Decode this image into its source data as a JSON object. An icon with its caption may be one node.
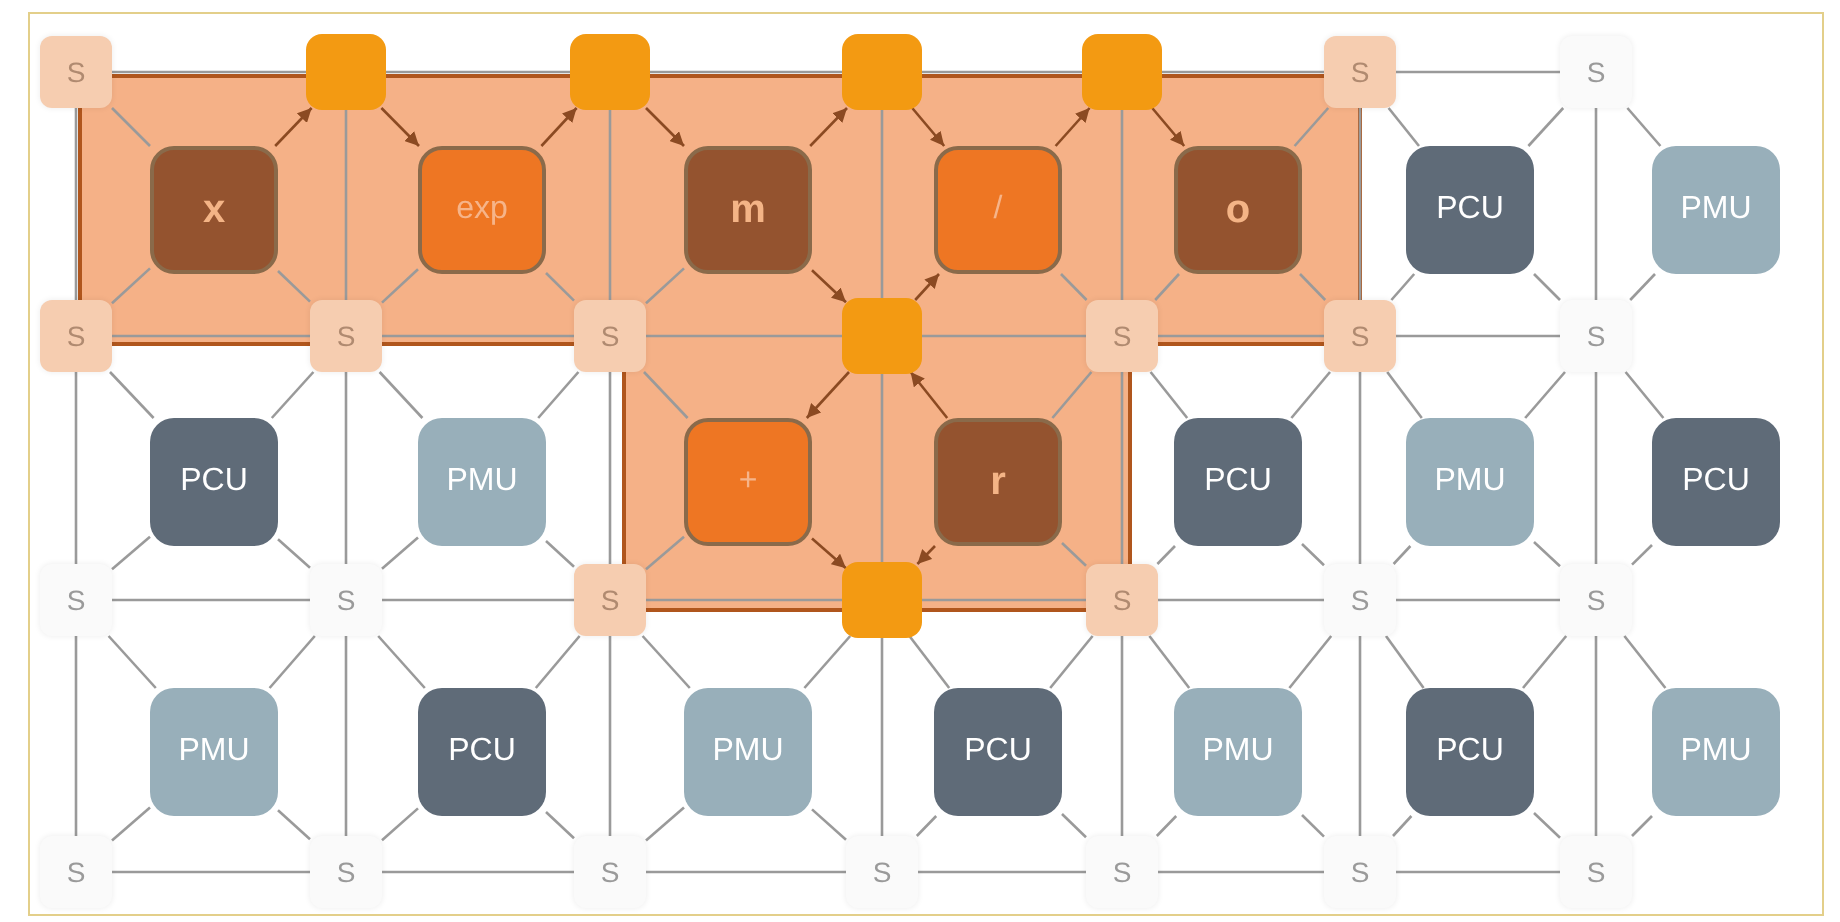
{
  "diagram": {
    "nodes": [
      {
        "text": [
          "S"
        ]
      },
      {
        "text": [],
        "shape": "box"
      },
      {
        "text": [],
        "shape": "box"
      },
      {
        "text": [],
        "shape": "box"
      },
      {
        "text": [],
        "shape": "box"
      },
      {
        "text": [
          "S"
        ]
      },
      {
        "text": [
          "S"
        ]
      },
      {
        "text": [
          "x"
        ]
      },
      {
        "text": [
          "exp"
        ]
      },
      {
        "text": [
          "m"
        ]
      },
      {
        "text": [
          "/"
        ]
      },
      {
        "text": [
          "o"
        ]
      },
      {
        "text": [
          "PCU"
        ]
      },
      {
        "text": [
          "PMU"
        ]
      },
      {
        "text": [
          "S"
        ]
      },
      {
        "text": [
          "S"
        ]
      },
      {
        "text": [
          "S"
        ]
      },
      {
        "text": [],
        "shape": "box"
      },
      {
        "text": [
          "S"
        ]
      },
      {
        "text": [
          "S"
        ]
      },
      {
        "text": [
          "S"
        ]
      },
      {
        "text": [
          "PCU"
        ]
      },
      {
        "text": [
          "PMU"
        ]
      },
      {
        "text": [
          "+"
        ]
      },
      {
        "text": [
          "r"
        ]
      },
      {
        "text": [
          "PCU"
        ]
      },
      {
        "text": [
          "PMU"
        ]
      },
      {
        "text": [
          "PCU"
        ]
      },
      {
        "text": [
          "S"
        ]
      },
      {
        "text": [
          "S"
        ]
      },
      {
        "text": [
          "S"
        ]
      },
      {
        "text": [],
        "shape": "box"
      },
      {
        "text": [
          "S"
        ]
      },
      {
        "text": [
          "S"
        ]
      },
      {
        "text": [
          "S"
        ]
      },
      {
        "text": [
          "PMU"
        ]
      },
      {
        "text": [
          "PCU"
        ]
      },
      {
        "text": [
          "PMU"
        ]
      },
      {
        "text": [
          "PCU"
        ]
      },
      {
        "text": [
          "PMU"
        ]
      },
      {
        "text": [
          "PCU"
        ]
      },
      {
        "text": [
          "PMU"
        ]
      },
      {
        "text": [
          "S"
        ]
      },
      {
        "text": [
          "S"
        ]
      },
      {
        "text": [
          "S"
        ]
      },
      {
        "text": [
          "S"
        ]
      },
      {
        "text": [
          "S"
        ]
      },
      {
        "text": [
          "S"
        ]
      },
      {
        "text": [
          "S"
        ]
      }
    ],
    "edges": [
      {
        "from": 0,
        "to": 1,
        "arrow": "none"
      },
      {
        "from": 1,
        "to": 2,
        "arrow": "none"
      },
      {
        "from": 2,
        "to": 3,
        "arrow": "none"
      },
      {
        "from": 3,
        "to": 4,
        "arrow": "none"
      },
      {
        "from": 4,
        "to": 5,
        "arrow": "none"
      },
      {
        "from": 5,
        "to": 6,
        "arrow": "none"
      },
      {
        "from": 14,
        "to": 15,
        "arrow": "none"
      },
      {
        "from": 15,
        "to": 16,
        "arrow": "none"
      },
      {
        "from": 16,
        "to": 17,
        "arrow": "none"
      },
      {
        "from": 17,
        "to": 18,
        "arrow": "none"
      },
      {
        "from": 18,
        "to": 19,
        "arrow": "none"
      },
      {
        "from": 19,
        "to": 20,
        "arrow": "none"
      },
      {
        "from": 28,
        "to": 29,
        "arrow": "none"
      },
      {
        "from": 29,
        "to": 30,
        "arrow": "none"
      },
      {
        "from": 30,
        "to": 31,
        "arrow": "none"
      },
      {
        "from": 31,
        "to": 32,
        "arrow": "none"
      },
      {
        "from": 32,
        "to": 33,
        "arrow": "none"
      },
      {
        "from": 33,
        "to": 34,
        "arrow": "none"
      },
      {
        "from": 42,
        "to": 43,
        "arrow": "none"
      },
      {
        "from": 43,
        "to": 44,
        "arrow": "none"
      },
      {
        "from": 44,
        "to": 45,
        "arrow": "none"
      },
      {
        "from": 45,
        "to": 46,
        "arrow": "none"
      },
      {
        "from": 46,
        "to": 47,
        "arrow": "none"
      },
      {
        "from": 47,
        "to": 48,
        "arrow": "none"
      },
      {
        "from": 0,
        "to": 14,
        "arrow": "none"
      },
      {
        "from": 14,
        "to": 28,
        "arrow": "none"
      },
      {
        "from": 28,
        "to": 42,
        "arrow": "none"
      },
      {
        "from": 1,
        "to": 15,
        "arrow": "none"
      },
      {
        "from": 15,
        "to": 29,
        "arrow": "none"
      },
      {
        "from": 29,
        "to": 43,
        "arrow": "none"
      },
      {
        "from": 2,
        "to": 16,
        "arrow": "none"
      },
      {
        "from": 16,
        "to": 30,
        "arrow": "none"
      },
      {
        "from": 30,
        "to": 44,
        "arrow": "none"
      },
      {
        "from": 3,
        "to": 17,
        "arrow": "none"
      },
      {
        "from": 17,
        "to": 31,
        "arrow": "none"
      },
      {
        "from": 31,
        "to": 45,
        "arrow": "none"
      },
      {
        "from": 4,
        "to": 18,
        "arrow": "none"
      },
      {
        "from": 18,
        "to": 32,
        "arrow": "none"
      },
      {
        "from": 32,
        "to": 46,
        "arrow": "none"
      },
      {
        "from": 5,
        "to": 19,
        "arrow": "none"
      },
      {
        "from": 19,
        "to": 33,
        "arrow": "none"
      },
      {
        "from": 33,
        "to": 47,
        "arrow": "none"
      },
      {
        "from": 6,
        "to": 20,
        "arrow": "none"
      },
      {
        "from": 20,
        "to": 34,
        "arrow": "none"
      },
      {
        "from": 34,
        "to": 48,
        "arrow": "none"
      },
      {
        "from": 7,
        "to": 0,
        "arrow": "none"
      },
      {
        "from": 7,
        "to": 1,
        "arrow": "to",
        "color": "#8b4a22"
      },
      {
        "from": 7,
        "to": 14,
        "arrow": "none"
      },
      {
        "from": 7,
        "to": 15,
        "arrow": "none"
      },
      {
        "from": 1,
        "to": 8,
        "arrow": "to",
        "color": "#8b4a22"
      },
      {
        "from": 8,
        "to": 2,
        "arrow": "to",
        "color": "#8b4a22"
      },
      {
        "from": 8,
        "to": 15,
        "arrow": "none"
      },
      {
        "from": 8,
        "to": 16,
        "arrow": "none"
      },
      {
        "from": 2,
        "to": 9,
        "arrow": "to",
        "color": "#8b4a22"
      },
      {
        "from": 9,
        "to": 3,
        "arrow": "to",
        "color": "#8b4a22"
      },
      {
        "from": 9,
        "to": 16,
        "arrow": "none"
      },
      {
        "from": 9,
        "to": 17,
        "arrow": "to",
        "color": "#8b4a22"
      },
      {
        "from": 3,
        "to": 10,
        "arrow": "to",
        "color": "#8b4a22"
      },
      {
        "from": 10,
        "to": 4,
        "arrow": "to",
        "color": "#8b4a22"
      },
      {
        "from": 17,
        "to": 10,
        "arrow": "to",
        "color": "#8b4a22"
      },
      {
        "from": 10,
        "to": 18,
        "arrow": "none"
      },
      {
        "from": 4,
        "to": 11,
        "arrow": "to",
        "color": "#8b4a22"
      },
      {
        "from": 11,
        "to": 5,
        "arrow": "none"
      },
      {
        "from": 11,
        "to": 18,
        "arrow": "none"
      },
      {
        "from": 11,
        "to": 19,
        "arrow": "none"
      },
      {
        "from": 12,
        "to": 5,
        "arrow": "none"
      },
      {
        "from": 12,
        "to": 6,
        "arrow": "none"
      },
      {
        "from": 12,
        "to": 19,
        "arrow": "none"
      },
      {
        "from": 12,
        "to": 20,
        "arrow": "none"
      },
      {
        "from": 13,
        "to": 6,
        "arrow": "none"
      },
      {
        "from": 13,
        "to": 20,
        "arrow": "none"
      },
      {
        "from": 21,
        "to": 14,
        "arrow": "none"
      },
      {
        "from": 21,
        "to": 15,
        "arrow": "none"
      },
      {
        "from": 21,
        "to": 28,
        "arrow": "none"
      },
      {
        "from": 21,
        "to": 29,
        "arrow": "none"
      },
      {
        "from": 22,
        "to": 15,
        "arrow": "none"
      },
      {
        "from": 22,
        "to": 16,
        "arrow": "none"
      },
      {
        "from": 22,
        "to": 29,
        "arrow": "none"
      },
      {
        "from": 22,
        "to": 30,
        "arrow": "none"
      },
      {
        "from": 23,
        "to": 16,
        "arrow": "none"
      },
      {
        "from": 17,
        "to": 23,
        "arrow": "to",
        "color": "#8b4a22"
      },
      {
        "from": 23,
        "to": 30,
        "arrow": "none"
      },
      {
        "from": 23,
        "to": 31,
        "arrow": "to",
        "color": "#8b4a22"
      },
      {
        "from": 24,
        "to": 17,
        "arrow": "to",
        "color": "#8b4a22"
      },
      {
        "from": 24,
        "to": 18,
        "arrow": "none"
      },
      {
        "from": 24,
        "to": 31,
        "arrow": "to",
        "color": "#8b4a22"
      },
      {
        "from": 24,
        "to": 32,
        "arrow": "none"
      },
      {
        "from": 25,
        "to": 18,
        "arrow": "none"
      },
      {
        "from": 25,
        "to": 19,
        "arrow": "none"
      },
      {
        "from": 25,
        "to": 32,
        "arrow": "none"
      },
      {
        "from": 25,
        "to": 33,
        "arrow": "none"
      },
      {
        "from": 26,
        "to": 19,
        "arrow": "none"
      },
      {
        "from": 26,
        "to": 20,
        "arrow": "none"
      },
      {
        "from": 26,
        "to": 33,
        "arrow": "none"
      },
      {
        "from": 26,
        "to": 34,
        "arrow": "none"
      },
      {
        "from": 27,
        "to": 20,
        "arrow": "none"
      },
      {
        "from": 27,
        "to": 34,
        "arrow": "none"
      },
      {
        "from": 35,
        "to": 28,
        "arrow": "none"
      },
      {
        "from": 35,
        "to": 29,
        "arrow": "none"
      },
      {
        "from": 35,
        "to": 42,
        "arrow": "none"
      },
      {
        "from": 35,
        "to": 43,
        "arrow": "none"
      },
      {
        "from": 36,
        "to": 29,
        "arrow": "none"
      },
      {
        "from": 36,
        "to": 30,
        "arrow": "none"
      },
      {
        "from": 36,
        "to": 43,
        "arrow": "none"
      },
      {
        "from": 36,
        "to": 44,
        "arrow": "none"
      },
      {
        "from": 37,
        "to": 30,
        "arrow": "none"
      },
      {
        "from": 37,
        "to": 31,
        "arrow": "none"
      },
      {
        "from": 37,
        "to": 44,
        "arrow": "none"
      },
      {
        "from": 37,
        "to": 45,
        "arrow": "none"
      },
      {
        "from": 38,
        "to": 31,
        "arrow": "none"
      },
      {
        "from": 38,
        "to": 32,
        "arrow": "none"
      },
      {
        "from": 38,
        "to": 45,
        "arrow": "none"
      },
      {
        "from": 38,
        "to": 46,
        "arrow": "none"
      },
      {
        "from": 39,
        "to": 32,
        "arrow": "none"
      },
      {
        "from": 39,
        "to": 33,
        "arrow": "none"
      },
      {
        "from": 39,
        "to": 46,
        "arrow": "none"
      },
      {
        "from": 39,
        "to": 47,
        "arrow": "none"
      },
      {
        "from": 40,
        "to": 33,
        "arrow": "none"
      },
      {
        "from": 40,
        "to": 34,
        "arrow": "none"
      },
      {
        "from": 40,
        "to": 47,
        "arrow": "none"
      },
      {
        "from": 40,
        "to": 48,
        "arrow": "none"
      },
      {
        "from": 41,
        "to": 34,
        "arrow": "none"
      },
      {
        "from": 41,
        "to": 48,
        "arrow": "none"
      }
    ]
  }
}
